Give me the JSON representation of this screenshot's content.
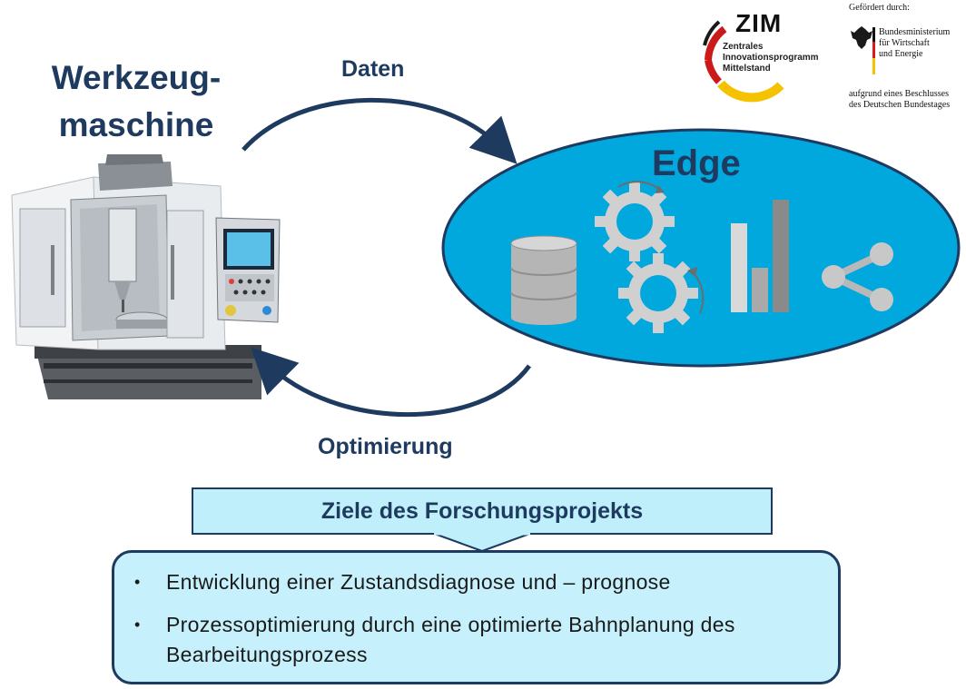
{
  "machine": {
    "title_line1": "Werkzeug-",
    "title_line2": "maschine"
  },
  "arrows": {
    "top_label": "Daten",
    "bottom_label": "Optimierung"
  },
  "edge": {
    "title": "Edge",
    "icons": [
      "database-icon",
      "gears-icon",
      "bar-chart-icon",
      "share-icon"
    ],
    "colors": {
      "fill": "#00a8de",
      "stroke": "#1e3a5f"
    }
  },
  "logos": {
    "zim": {
      "word": "ZIM",
      "line1": "Zentrales",
      "line2": "Innovationsprogramm",
      "line3": "Mittelstand"
    },
    "gov": {
      "header": "Gefördert durch:",
      "line1": "Bundesministerium",
      "line2": "für Wirtschaft",
      "line3": "und Energie",
      "note1": "aufgrund eines Beschlusses",
      "note2": "des Deutschen Bundestages"
    }
  },
  "goals": {
    "title": "Ziele des Forschungsprojekts",
    "items": [
      {
        "bullet": "•",
        "text": "Entwicklung einer Zustandsdiagnose und – prognose"
      },
      {
        "bullet": "•",
        "text": "Prozessoptimierung durch eine optimierte Bahnplanung des Bearbeitungsprozess"
      }
    ]
  }
}
